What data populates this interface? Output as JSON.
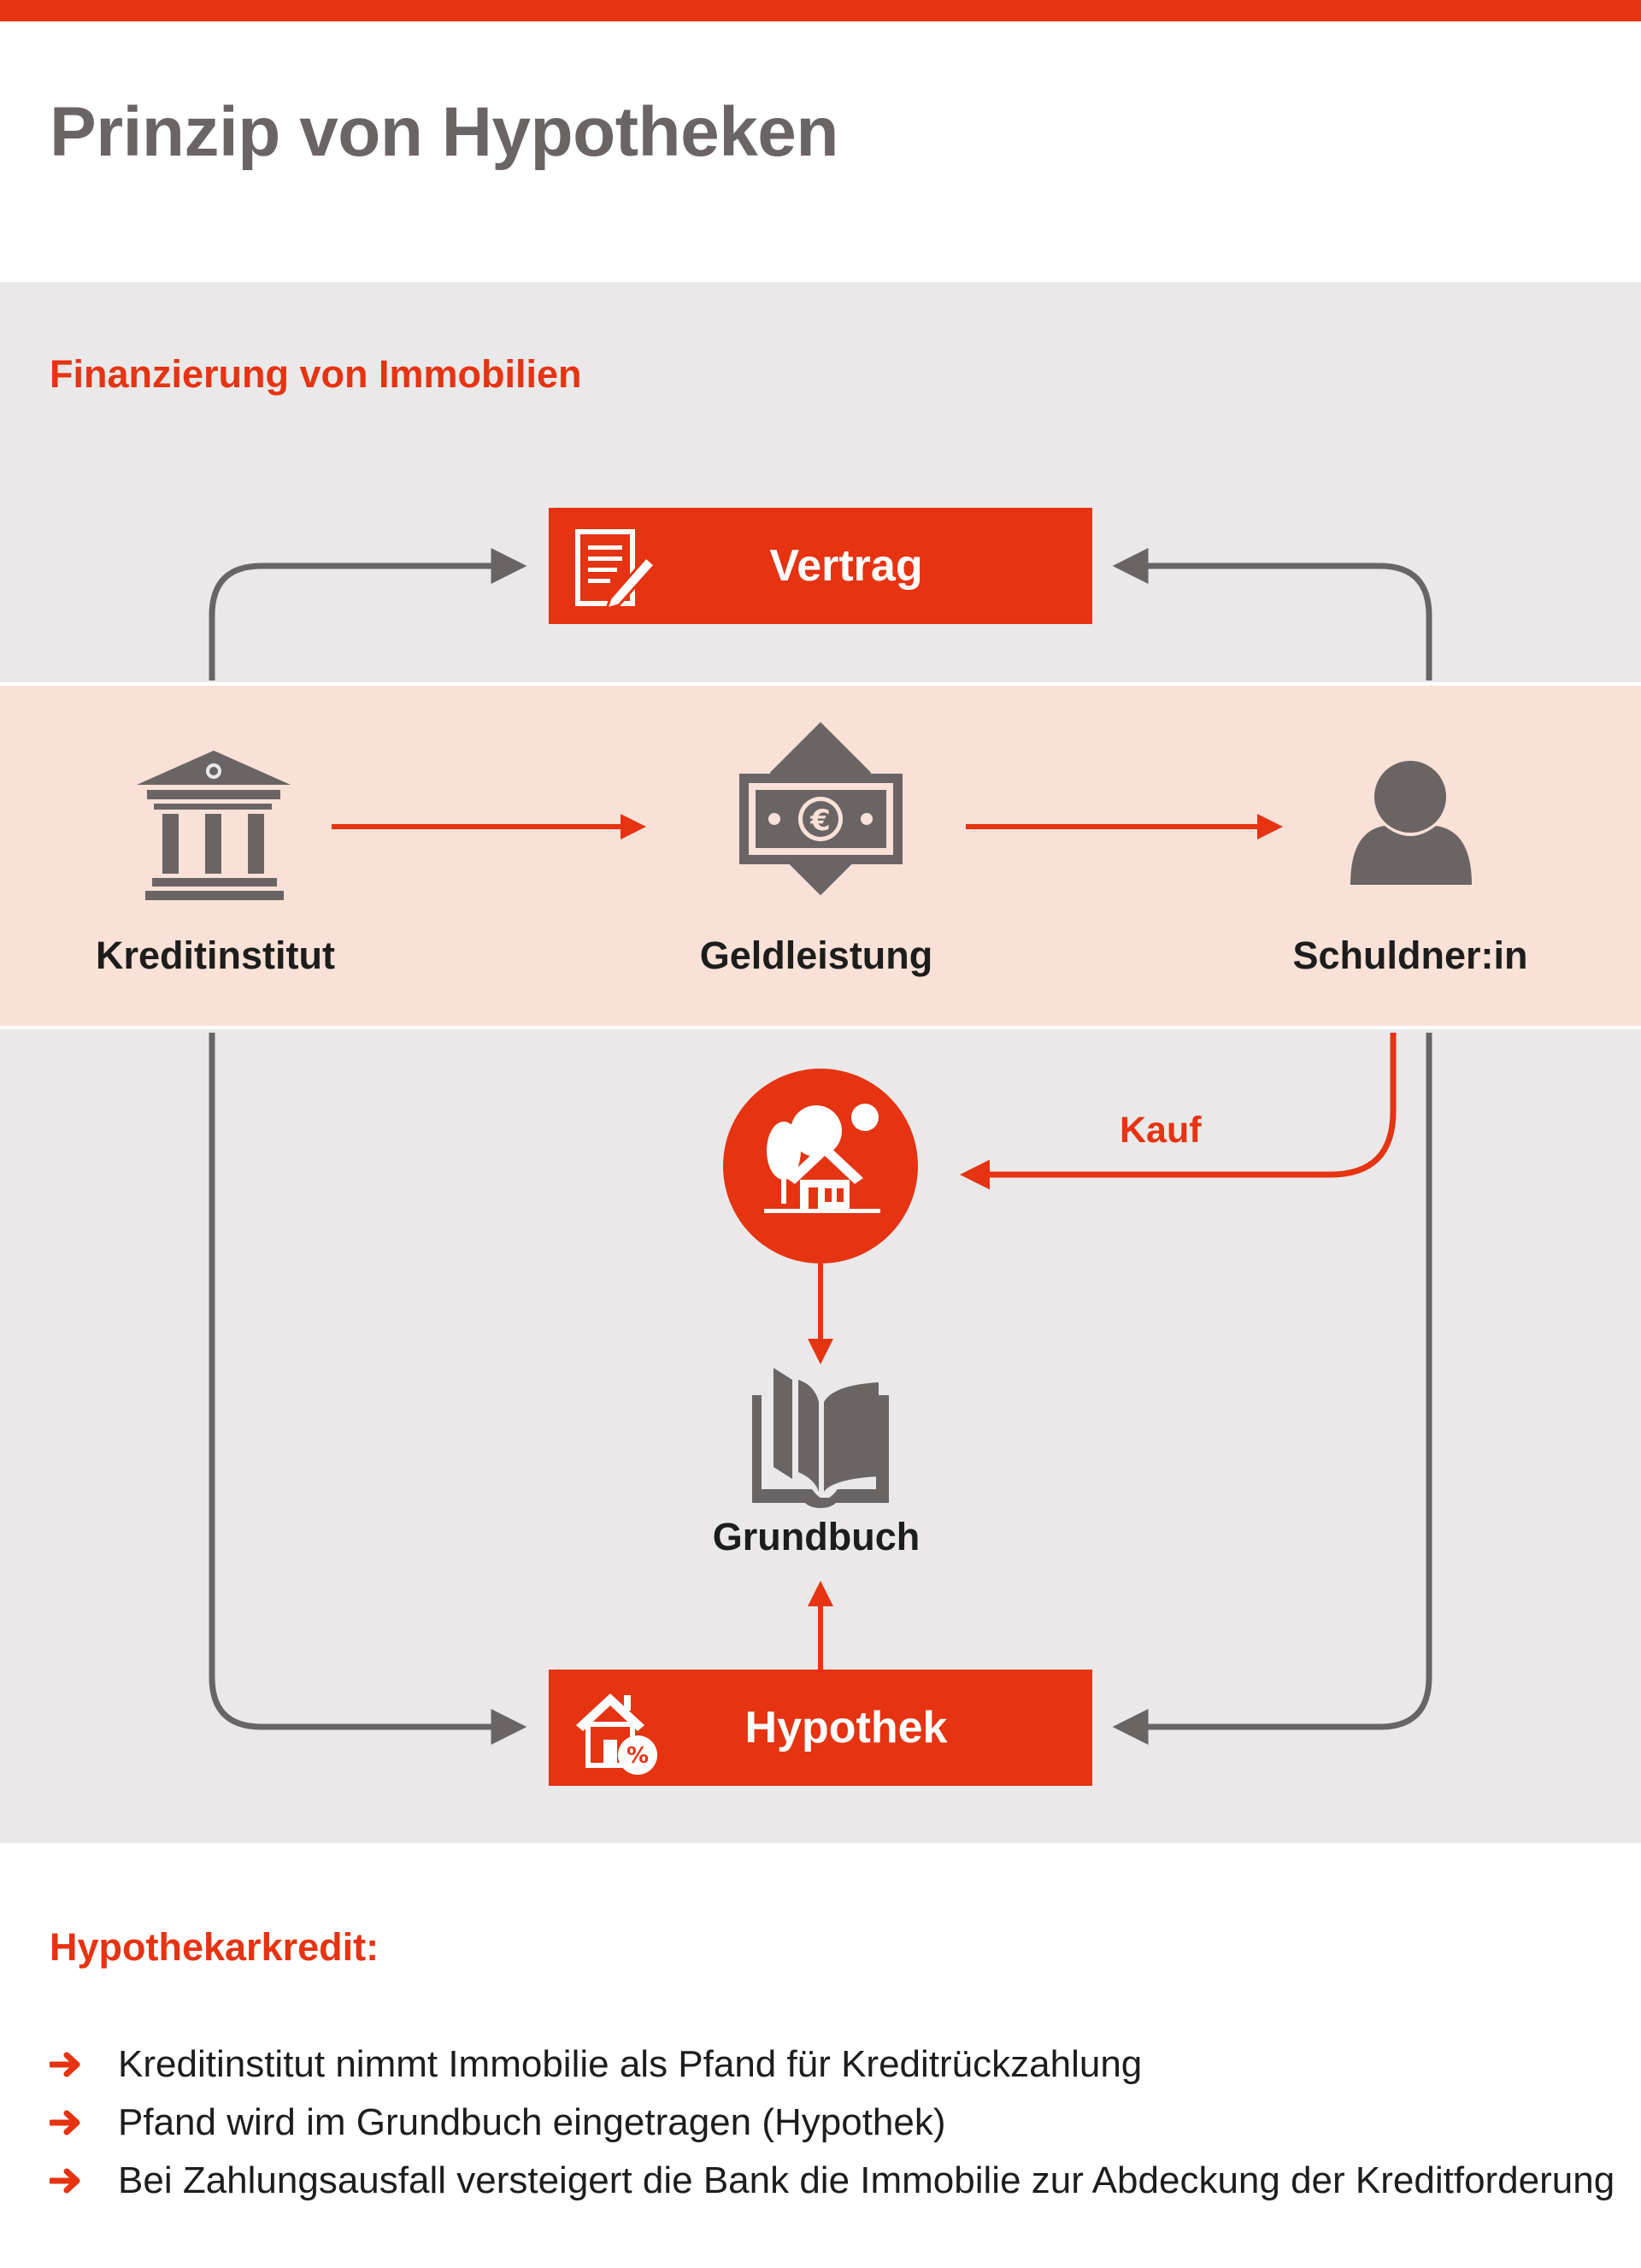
{
  "title": "Prinzip von Hypotheken",
  "subtitle": "Finanzierung von Immobilien",
  "colors": {
    "accent": "#e63312",
    "gray": "#6b6465",
    "panel": "#eae8e9",
    "band": "#f9e1d8"
  },
  "diagram": {
    "contract": {
      "label": "Vertrag",
      "icon": "contract-document-icon"
    },
    "mortgage": {
      "label": "Hypothek",
      "icon": "house-percent-icon"
    },
    "nodes": {
      "bank": {
        "label": "Kreditinstitut",
        "icon": "bank-building-icon"
      },
      "money": {
        "label": "Geldleistung",
        "icon": "euro-banknote-icon"
      },
      "debtor": {
        "label": "Schuldner:in",
        "icon": "person-icon"
      },
      "property": {
        "icon": "house-with-trees-icon"
      },
      "land_register": {
        "label": "Grundbuch",
        "icon": "open-book-icon"
      }
    },
    "purchase_label": "Kauf"
  },
  "explanation": {
    "heading": "Hypothekarkredit:",
    "bullet_icon": "arrow-right-icon",
    "items": [
      "Kreditinstitut nimmt Immobilie als Pfand für Kreditrückzahlung",
      "Pfand wird im Grundbuch eingetragen (Hypothek)",
      "Bei Zahlungsausfall versteigert die Bank die Immobilie zur Abdeckung der Kreditforderung"
    ]
  }
}
